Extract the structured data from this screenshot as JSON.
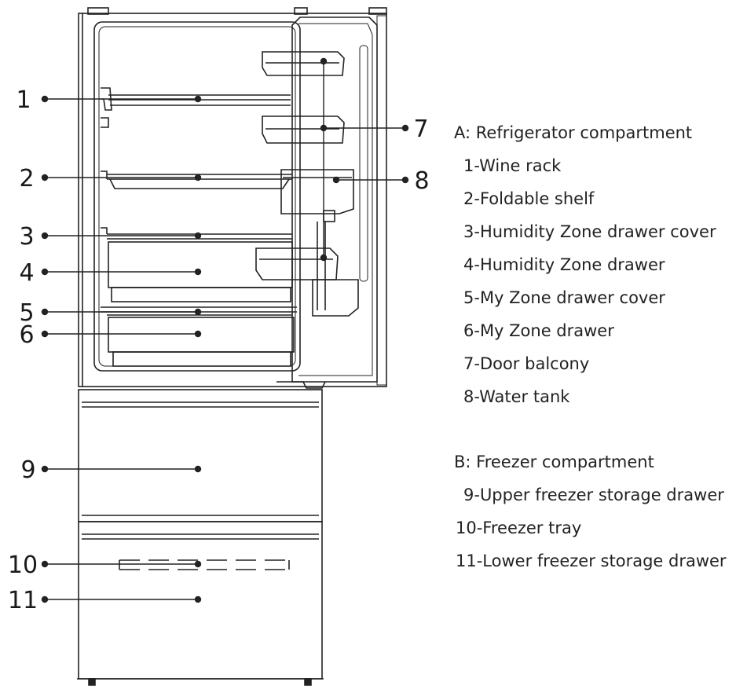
{
  "diagram": {
    "callouts": [
      {
        "number": "1"
      },
      {
        "number": "2"
      },
      {
        "number": "3"
      },
      {
        "number": "4"
      },
      {
        "number": "5"
      },
      {
        "number": "6"
      },
      {
        "number": "7"
      },
      {
        "number": "8"
      },
      {
        "number": "9"
      },
      {
        "number": "10"
      },
      {
        "number": "11"
      }
    ]
  },
  "legend": {
    "section_a": {
      "title": "A: Refrigerator compartment",
      "items": [
        "1-Wine rack",
        "2-Foldable shelf",
        "3-Humidity Zone drawer cover",
        "4-Humidity Zone drawer",
        "5-My Zone drawer cover",
        "6-My Zone drawer",
        "7-Door balcony",
        "8-Water tank"
      ]
    },
    "section_b": {
      "title": "B: Freezer compartment",
      "items": [
        "9-Upper freezer storage drawer",
        "10-Freezer tray",
        "11-Lower freezer storage drawer"
      ]
    }
  }
}
